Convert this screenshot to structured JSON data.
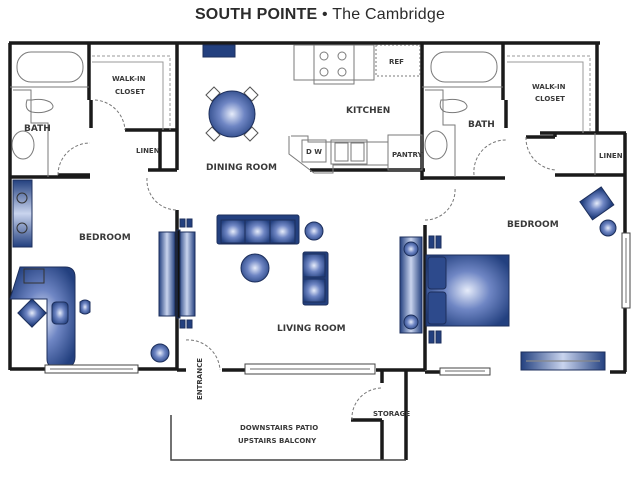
{
  "header": {
    "community": "SOUTH POINTE",
    "separator": "•",
    "plan_name": "The Cambridge"
  },
  "rooms": {
    "bath_left": "BATH",
    "closet_left_1": "WALK-IN",
    "closet_left_2": "CLOSET",
    "linen_left": "LINEN",
    "dining": "DINING ROOM",
    "kitchen": "KITCHEN",
    "ref": "REF",
    "dw": "D W",
    "pantry": "PANTRY",
    "bath_right": "BATH",
    "closet_right_1": "WALK-IN",
    "closet_right_2": "CLOSET",
    "linen_right": "LINEN",
    "bedroom_left": "BEDROOM",
    "bedroom_right": "BEDROOM",
    "living": "LIVING ROOM",
    "entrance": "ENTRANCE",
    "storage": "STORAGE",
    "patio_1": "DOWNSTAIRS PATIO",
    "patio_2": "UPSTAIRS  BALCONY"
  },
  "colors": {
    "wall": "#1a1a1a",
    "furniture_dark": "#23407f",
    "furniture_light": "#c9d4ee",
    "fixture_line": "#7a7a7a"
  }
}
